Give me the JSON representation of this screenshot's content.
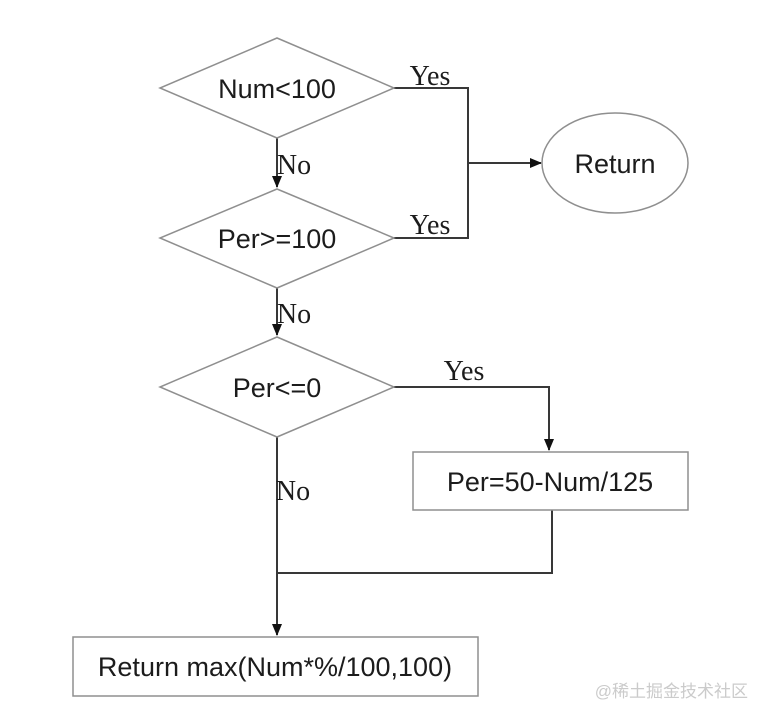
{
  "diagram": {
    "type": "flowchart",
    "nodes": [
      {
        "id": "check-num",
        "shape": "diamond",
        "label": "Num<100"
      },
      {
        "id": "check-per-high",
        "shape": "diamond",
        "label": "Per>=100"
      },
      {
        "id": "check-per-low",
        "shape": "diamond",
        "label": "Per<=0"
      },
      {
        "id": "return-terminal",
        "shape": "ellipse",
        "label": "Return"
      },
      {
        "id": "set-per",
        "shape": "rectangle",
        "label": "Per=50-Num/125"
      },
      {
        "id": "return-max",
        "shape": "rectangle",
        "label": "Return max(Num*%/100,100)"
      }
    ],
    "edges": [
      {
        "from": "check-num",
        "to": "return-terminal",
        "label": "Yes"
      },
      {
        "from": "check-num",
        "to": "check-per-high",
        "label": "No"
      },
      {
        "from": "check-per-high",
        "to": "return-terminal",
        "label": "Yes"
      },
      {
        "from": "check-per-high",
        "to": "check-per-low",
        "label": "No"
      },
      {
        "from": "check-per-low",
        "to": "set-per",
        "label": "Yes"
      },
      {
        "from": "check-per-low",
        "to": "return-max",
        "label": "No"
      },
      {
        "from": "set-per",
        "to": "return-max",
        "label": ""
      }
    ],
    "colors": {
      "background": "#ffffff",
      "connector": "#383838",
      "shape_stroke": "#8f8f8f",
      "text": "#1c1c1c",
      "watermark": "#cbcbcb"
    }
  },
  "watermark": {
    "text": "@稀土掘金技术社区"
  }
}
